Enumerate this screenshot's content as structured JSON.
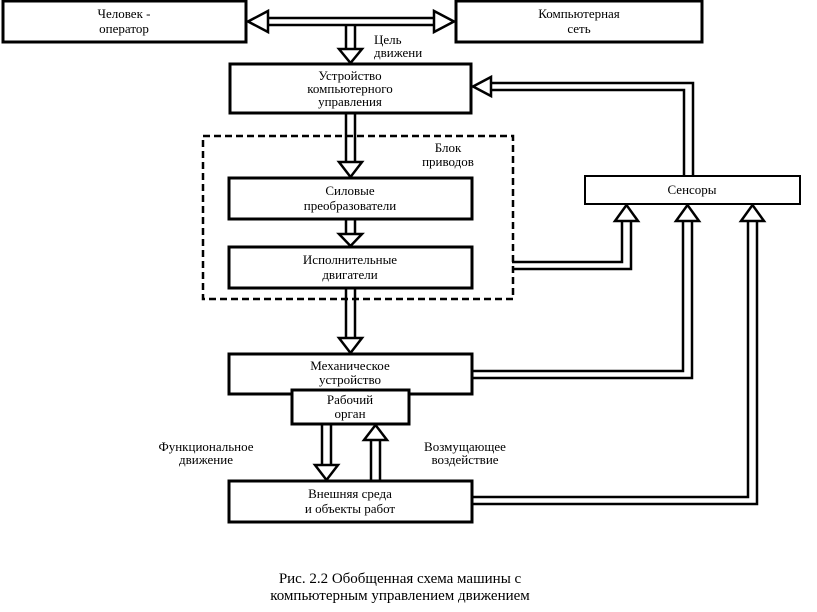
{
  "blocks": {
    "operator": [
      "Человек -",
      "оператор"
    ],
    "network": [
      "Компьютерная",
      "сеть"
    ],
    "control": [
      "Устройство",
      "компьютерного",
      "управления"
    ],
    "drive_group": [
      "Блок",
      "приводов"
    ],
    "converters": [
      "Силовые",
      "преобразователи"
    ],
    "motors": [
      "Исполнительные",
      "двигатели"
    ],
    "sensors": "Сенсоры",
    "mechanical": [
      "Механическое",
      "устройство"
    ],
    "working_organ": [
      "Рабочий",
      "орган"
    ],
    "environment": [
      "Внешняя среда",
      "и объекты работ"
    ]
  },
  "labels": {
    "goal": [
      "Цель",
      "движени"
    ],
    "functional": [
      "Функциональное",
      "движение"
    ],
    "disturbance": [
      "Возмущающее",
      "воздействие"
    ]
  },
  "caption": [
    "Рис. 2.2 Обобщенная схема машины с",
    "компьютерным управлением движением"
  ]
}
